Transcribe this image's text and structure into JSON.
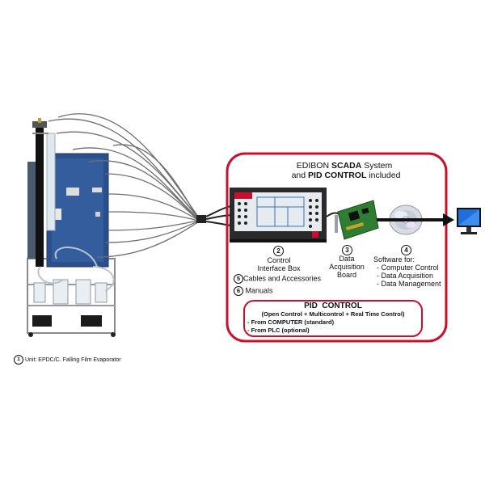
{
  "scada": {
    "line1_prefix": "EDIBON ",
    "line1_bold": "SCADA",
    "line1_suffix": " System",
    "line2_prefix": "and ",
    "line2_bold": "PID CONTROL",
    "line2_suffix": " included"
  },
  "components": [
    {
      "number": "2",
      "label_line1": "Control",
      "label_line2": "Interface Box"
    },
    {
      "number": "3",
      "label_line1": "Data",
      "label_line2": "Acquisition",
      "label_line3": "Board"
    },
    {
      "number": "4",
      "label_line1": "Software for:",
      "items": [
        "- Computer Control",
        "- Data Acquisition",
        "- Data Management"
      ]
    }
  ],
  "extras": [
    {
      "number": "5",
      "label": "Cables and Accessories"
    },
    {
      "number": "6",
      "label": "Manuals"
    }
  ],
  "pid": {
    "title": "PID  CONTROL",
    "subtitle": "(Open Control + Multicontrol + Real Time Control)",
    "line1": "- From COMPUTER (standard)",
    "line2": "- From PLC (optional)"
  },
  "unit": {
    "number": "1",
    "label": "Unit: EPDC/C. Falling Film Evaporator"
  },
  "colors": {
    "frame_red": "#c8102e",
    "panel_blue": "#2b4f8c",
    "box_gray": "#2a2a2a",
    "board_green": "#2e7d32",
    "monitor_blue": "#1e6fd9"
  }
}
